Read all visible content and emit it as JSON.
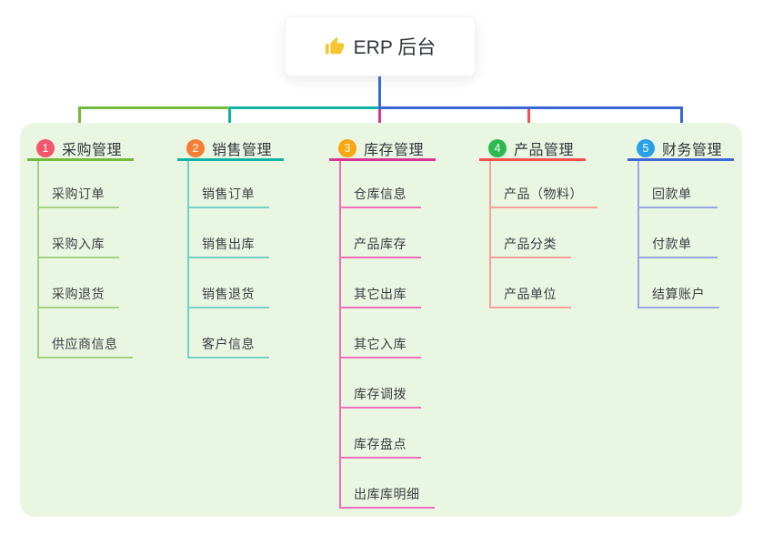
{
  "root": {
    "icon": "thumbs-up-icon",
    "icon_color": "#f7c52e",
    "title": "ERP 后台"
  },
  "panel": {
    "background": "#e9f6e1"
  },
  "connector_root_color": "#3c66d6",
  "branches": [
    {
      "badge": "1",
      "title": "采购管理",
      "badge_color": "#f4566b",
      "line_color": "#72b93c",
      "child_line_color": "#a6d184",
      "children": [
        "采购订单",
        "采购入库",
        "采购退货",
        "供应商信息"
      ]
    },
    {
      "badge": "2",
      "title": "销售管理",
      "badge_color": "#f57f35",
      "line_color": "#0fb3a4",
      "child_line_color": "#76d0c5",
      "children": [
        "销售订单",
        "销售出库",
        "销售退货",
        "客户信息"
      ]
    },
    {
      "badge": "3",
      "title": "库存管理",
      "badge_color": "#f7a710",
      "line_color": "#da3591",
      "child_line_color": "#ee6eb7",
      "children": [
        "仓库信息",
        "产品库存",
        "其它出库",
        "其它入库",
        "库存调拨",
        "库存盘点",
        "出库库明细"
      ]
    },
    {
      "badge": "4",
      "title": "产品管理",
      "badge_color": "#2eb950",
      "line_color": "#f4504c",
      "child_line_color": "#f8a09b",
      "children": [
        "产品（物料）",
        "产品分类",
        "产品单位"
      ]
    },
    {
      "badge": "5",
      "title": "财务管理",
      "badge_color": "#2aa0e8",
      "line_color": "#3c66d6",
      "child_line_color": "#96a9e2",
      "children": [
        "回款单",
        "付款单",
        "结算账户"
      ]
    }
  ]
}
